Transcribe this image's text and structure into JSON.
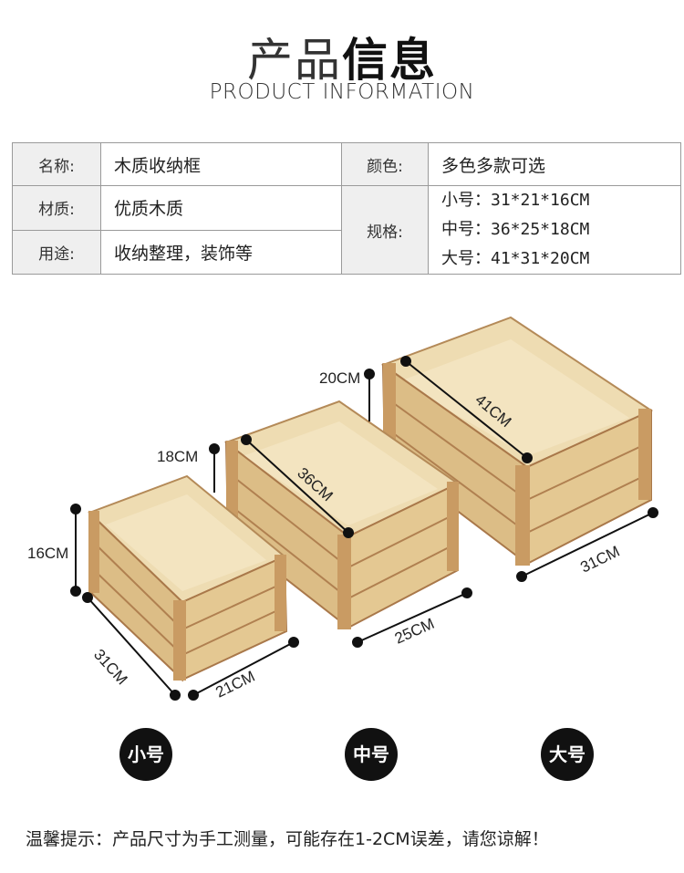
{
  "header": {
    "title_light": "产品",
    "title_bold": "信息",
    "subtitle": "PRODUCT INFORMATION"
  },
  "spec_table": {
    "name_label": "名称:",
    "name_value": "木质收纳框",
    "color_label": "颜色:",
    "color_value": "多色多款可选",
    "material_label": "材质:",
    "material_value": "优质木质",
    "size_label": "规格:",
    "sizes": [
      "小号：31*21*16CM",
      "中号：36*25*18CM",
      "大号：41*31*20CM"
    ],
    "usage_label": "用途:",
    "usage_value": "收纳整理，装饰等"
  },
  "dimensions": {
    "small_height": "16CM",
    "small_length": "31CM",
    "small_width": "21CM",
    "medium_height": "18CM",
    "medium_length": "36CM",
    "medium_width": "25CM",
    "large_height": "20CM",
    "large_length": "41CM",
    "large_width": "31CM"
  },
  "badges": {
    "small": "小号",
    "medium": "中号",
    "large": "大号"
  },
  "footer_note": "温馨提示：产品尺寸为手工测量，可能存在1-2CM误差，请您谅解！",
  "colors": {
    "wood_light": "#e8d2a4",
    "wood_mid": "#d9b97f",
    "wood_dark": "#a9784a",
    "badge_bg": "#111111",
    "table_header_bg": "#efefef"
  }
}
